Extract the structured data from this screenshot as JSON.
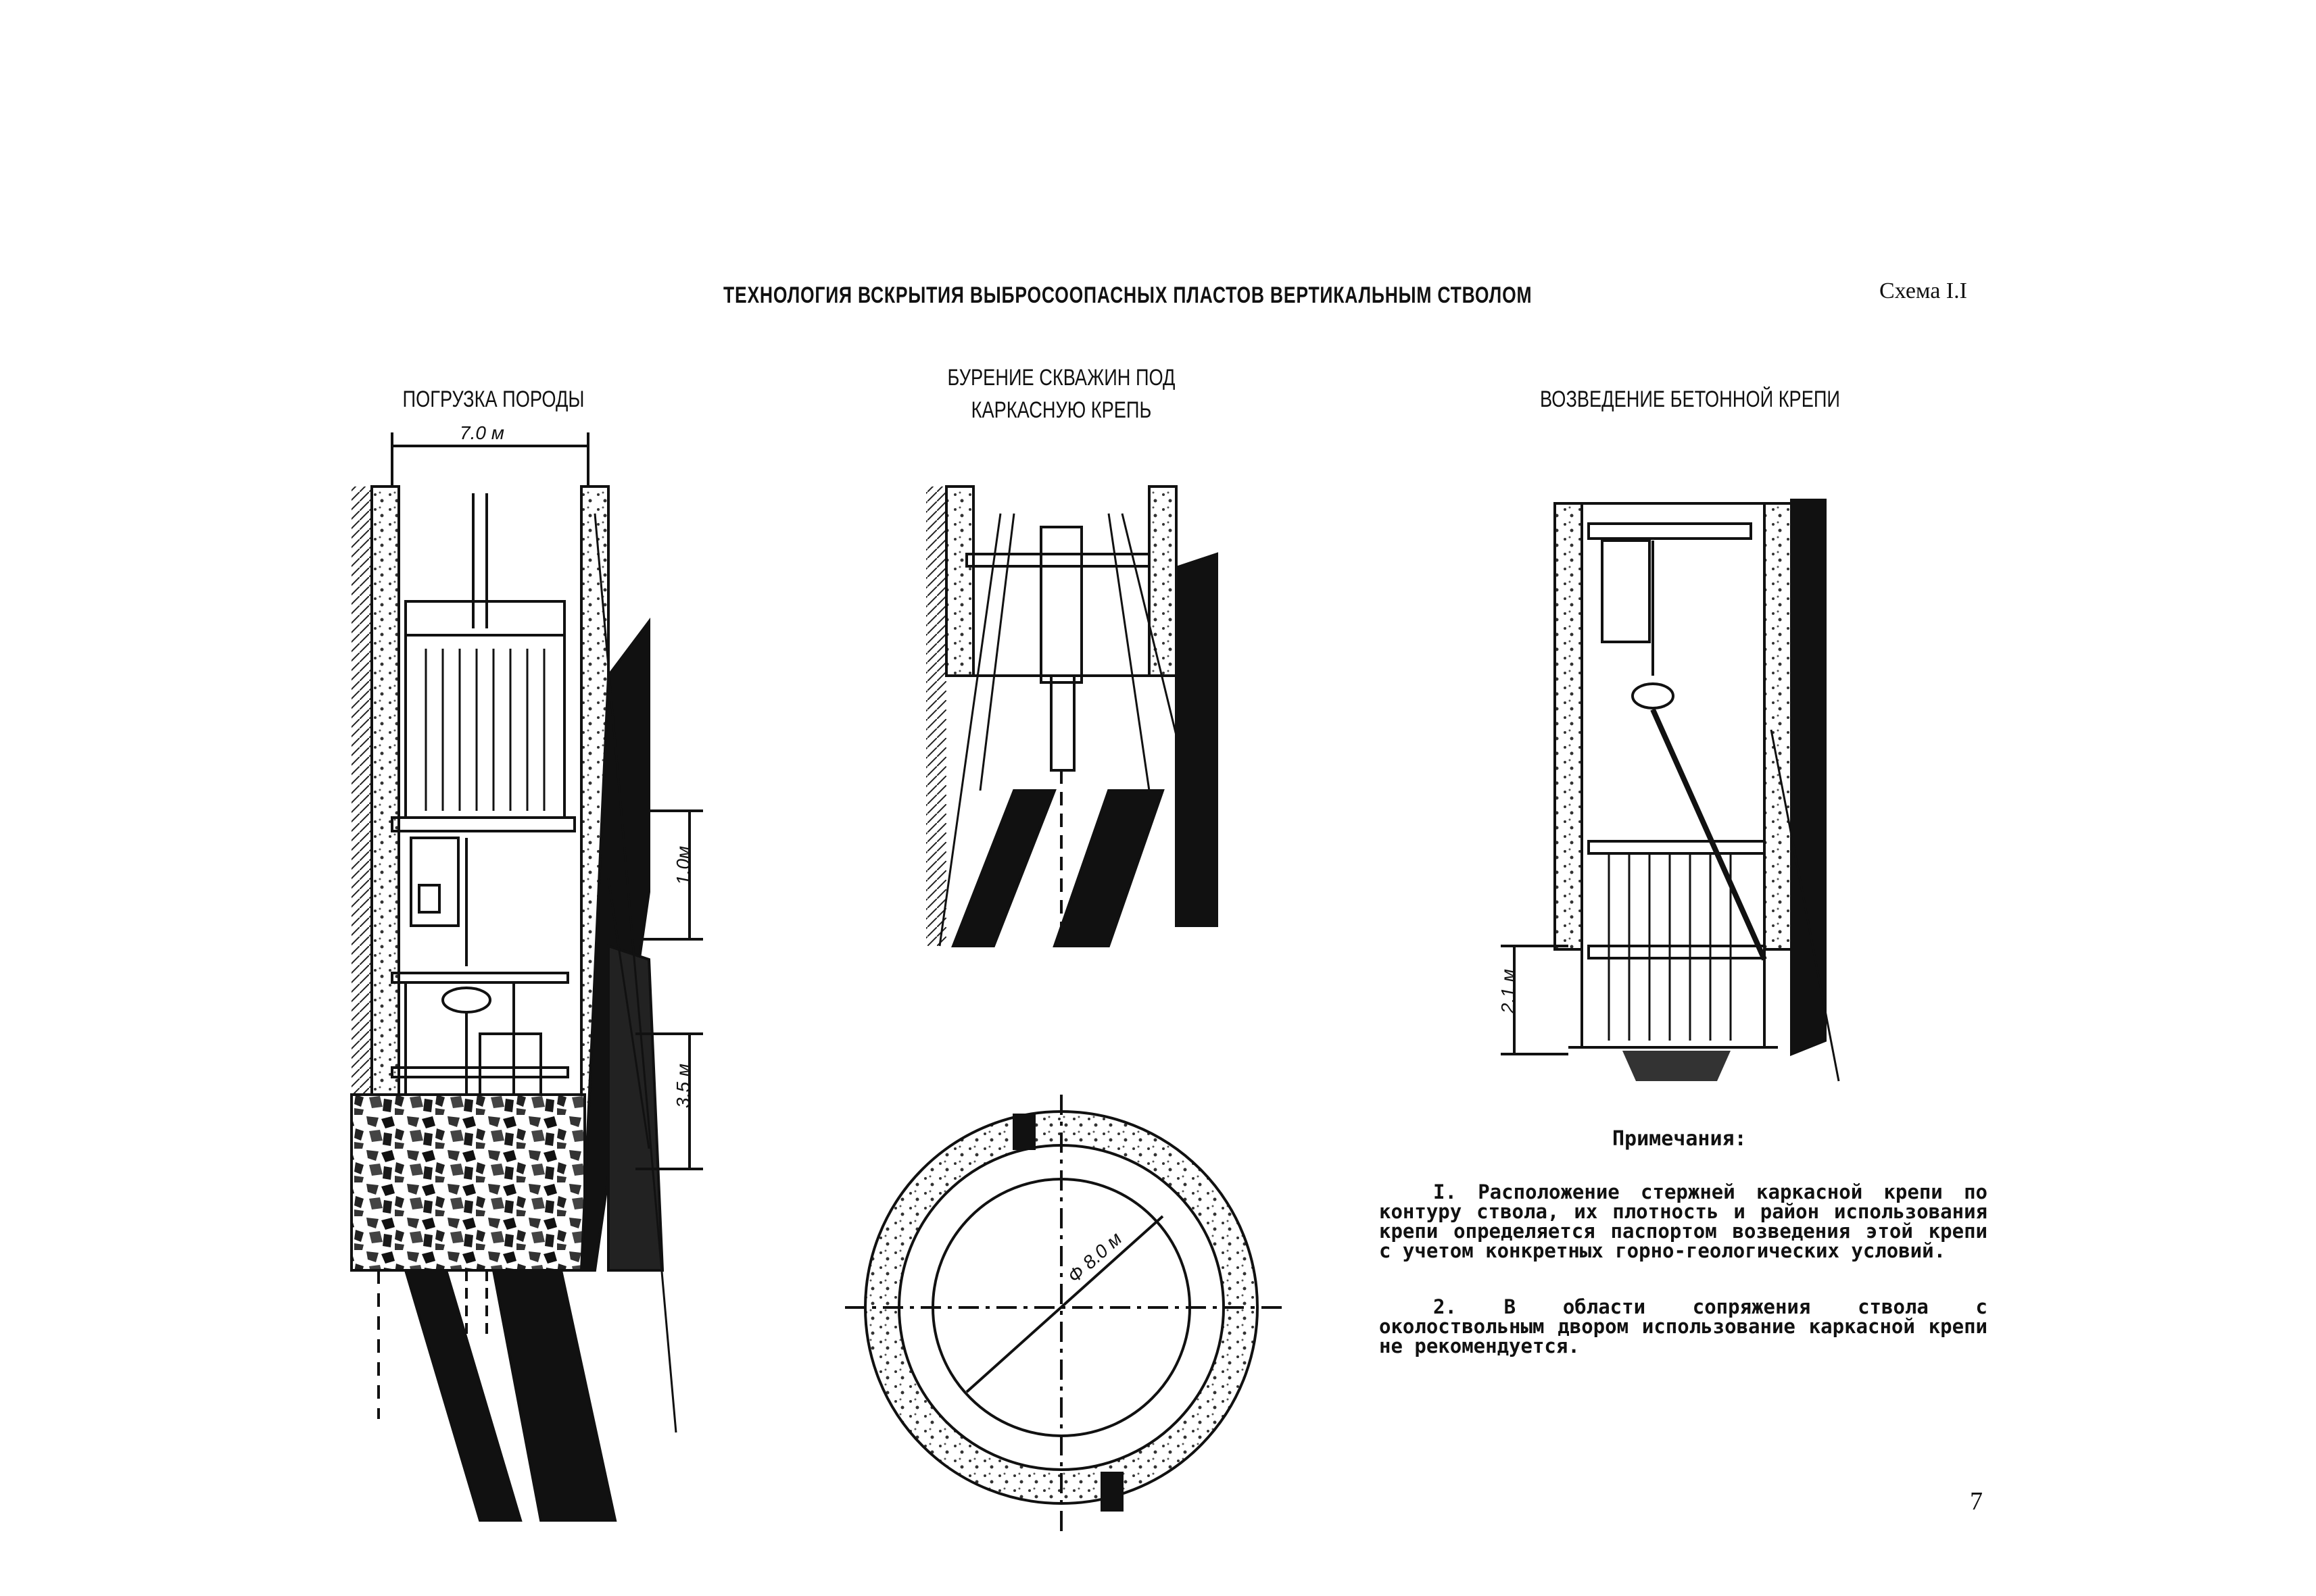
{
  "title": "ТЕХНОЛОГИЯ ВСКРЫТИЯ ВЫБРОСООПАСНЫХ ПЛАСТОВ ВЕРТИКАЛЬНЫМ СТВОЛОМ",
  "scheme_label": "Схема I.I",
  "sections": {
    "loading": "ПОГРУЗКА ПОРОДЫ",
    "drilling_line1": "БУРЕНИЕ СКВАЖИН ПОД",
    "drilling_line2": "КАРКАСНУЮ КРЕПЬ",
    "concrete": "ВОЗВЕДЕНИЕ БЕТОННОЙ КРЕПИ"
  },
  "dimensions": {
    "width": "7.0 м",
    "step1": "1.0м",
    "step2": "3.5 м",
    "step3": "2.1 м",
    "diameter": "Ф 8.0 м"
  },
  "notes": {
    "heading": "Примечания:",
    "note1": "I. Расположение стержней каркасной крепи по контуру ствола, их плотность и район использования крепи определяется паспортом возведения этой крепи с учетом конкретных горно-геологических условий.",
    "note2": "2. В области сопряжения ствола с околоствольным двором использование каркасной крепи не рекомендуется."
  },
  "page_number": "7"
}
